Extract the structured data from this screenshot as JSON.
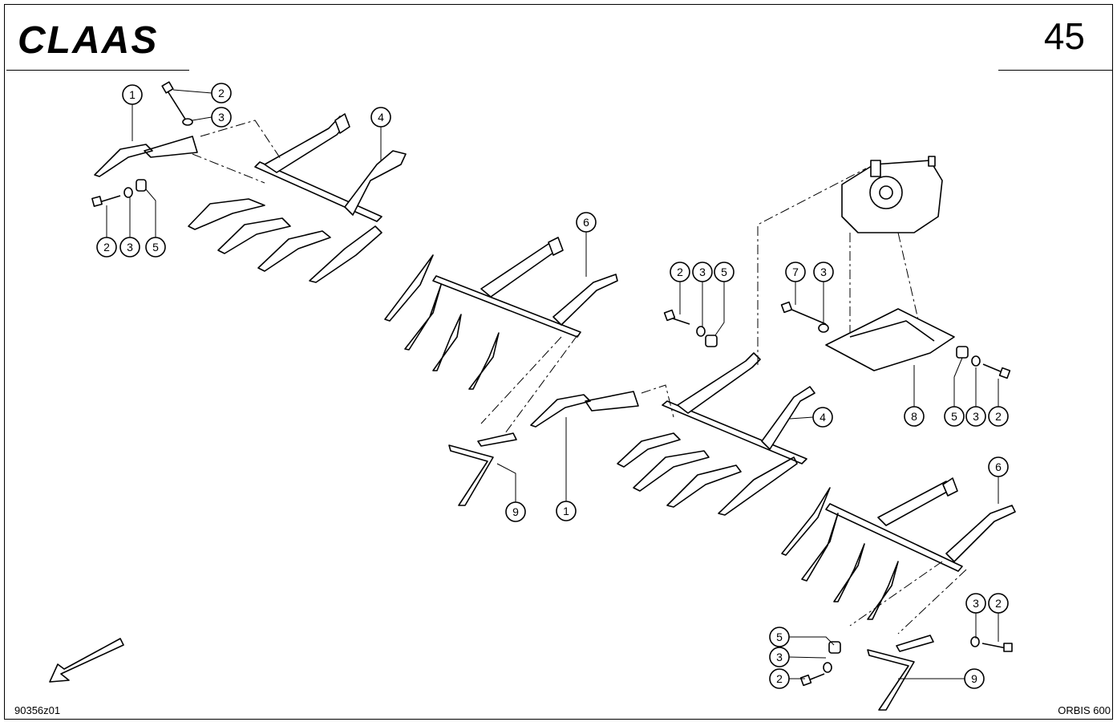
{
  "header": {
    "brand": "CLAAS",
    "page_number": "45"
  },
  "footer": {
    "drawing_id": "90356z01",
    "model": "ORBIS 600"
  },
  "callouts": [
    {
      "id": "c1",
      "label": "1"
    },
    {
      "id": "c2",
      "label": "2"
    },
    {
      "id": "c3",
      "label": "3"
    },
    {
      "id": "c4",
      "label": "4"
    },
    {
      "id": "c5",
      "label": "2"
    },
    {
      "id": "c6",
      "label": "3"
    },
    {
      "id": "c7",
      "label": "5"
    },
    {
      "id": "c8",
      "label": "6"
    },
    {
      "id": "c9",
      "label": "9"
    },
    {
      "id": "c10",
      "label": "1"
    },
    {
      "id": "c11",
      "label": "2"
    },
    {
      "id": "c12",
      "label": "3"
    },
    {
      "id": "c13",
      "label": "5"
    },
    {
      "id": "c14",
      "label": "7"
    },
    {
      "id": "c15",
      "label": "3"
    },
    {
      "id": "c16",
      "label": "4"
    },
    {
      "id": "c17",
      "label": "8"
    },
    {
      "id": "c18",
      "label": "5"
    },
    {
      "id": "c19",
      "label": "3"
    },
    {
      "id": "c20",
      "label": "2"
    },
    {
      "id": "c21",
      "label": "6"
    },
    {
      "id": "c22",
      "label": "3"
    },
    {
      "id": "c23",
      "label": "2"
    },
    {
      "id": "c24",
      "label": "5"
    },
    {
      "id": "c25",
      "label": "3"
    },
    {
      "id": "c26",
      "label": "2"
    },
    {
      "id": "c27",
      "label": "9"
    }
  ]
}
